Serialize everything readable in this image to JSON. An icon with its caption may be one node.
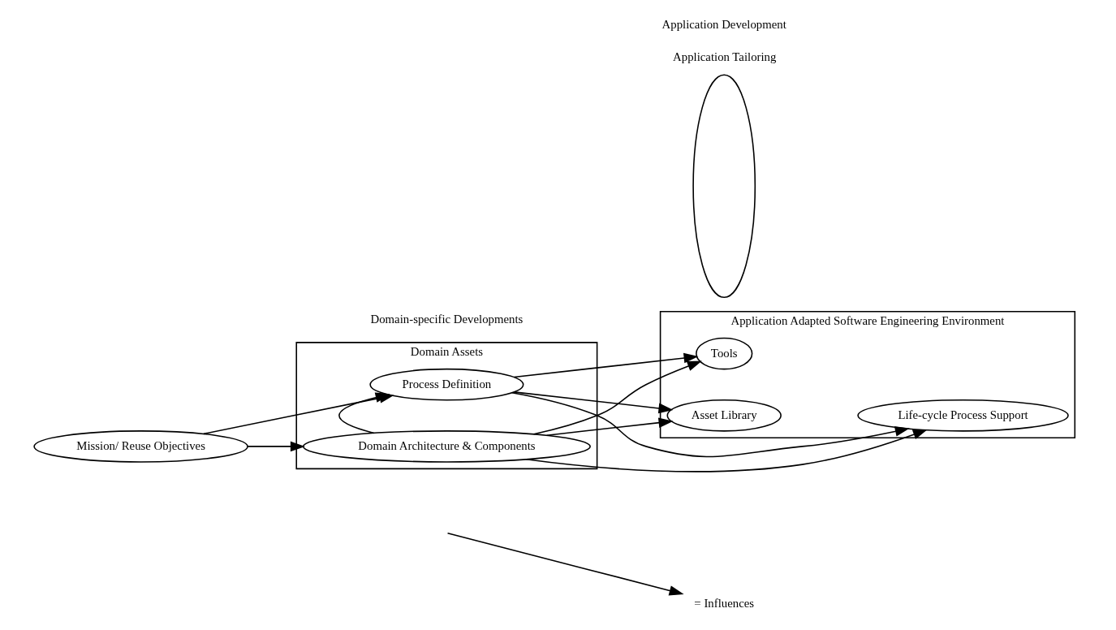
{
  "diagram": {
    "nodes": [
      {
        "text": [
          "Mission/ Reuse Objectives"
        ]
      },
      {
        "text": [
          "Domain Assets"
        ]
      },
      {
        "text": [
          "Process Definition"
        ],
        "in": 1
      },
      {
        "text": [
          "Domain Architecture & Components"
        ],
        "in": 1
      },
      {
        "text": [
          "Application Tailoring"
        ]
      },
      {
        "text": [
          "Application Adapted Software Engineering Environment"
        ]
      },
      {
        "text": [
          "Tools"
        ],
        "in": 5
      },
      {
        "text": [
          "Life-cycle Process Support"
        ],
        "in": 5
      },
      {
        "text": [
          "Asset Library"
        ],
        "in": 5
      }
    ],
    "edges": [
      {
        "from": 0,
        "to": 2,
        "arrow": "to"
      },
      {
        "from": 0,
        "to": 3,
        "arrow": "to"
      },
      {
        "from": 3,
        "to": 2,
        "arrow": "to"
      },
      {
        "from": 2,
        "to": 6,
        "arrow": "to"
      },
      {
        "from": 2,
        "to": 7,
        "arrow": "to"
      },
      {
        "from": 2,
        "to": 8,
        "arrow": "to"
      },
      {
        "from": 3,
        "to": 6,
        "arrow": "to"
      },
      {
        "from": 3,
        "to": 7,
        "arrow": "to"
      },
      {
        "from": 3,
        "to": 8,
        "arrow": "to"
      }
    ],
    "labels": [
      "Domain-specific Developments",
      "Application Development"
    ],
    "legend": [
      {
        "text": "= Influences"
      }
    ]
  }
}
